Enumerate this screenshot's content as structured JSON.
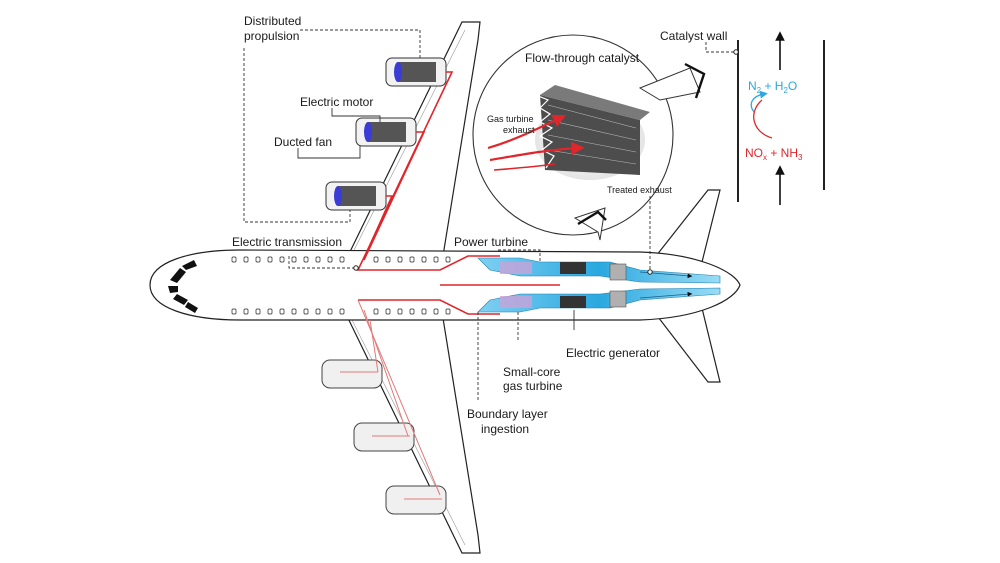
{
  "labels": {
    "distributed_propulsion_line1": "Distributed",
    "distributed_propulsion_line2": "propulsion",
    "electric_motor": "Electric motor",
    "ducted_fan": "Ducted fan",
    "electric_transmission": "Electric transmission",
    "power_turbine": "Power turbine",
    "electric_generator": "Electric generator",
    "small_core_line1": "Small-core",
    "small_core_line2": "gas turbine",
    "boundary_line1": "Boundary layer",
    "boundary_line2": "ingestion",
    "flow_through_catalyst": "Flow-through catalyst",
    "gas_turbine_exhaust_line1": "Gas turbine",
    "gas_turbine_exhaust_line2": "exhaust",
    "treated_exhaust": "Treated exhaust",
    "catalyst_wall": "Catalyst wall",
    "products_n": "N",
    "products_n_sub": "2",
    "products_mid": " + H",
    "products_h_sub": "2",
    "products_o": "O",
    "reactants_no": "NO",
    "reactants_x_sub": "x",
    "reactants_mid": " + NH",
    "reactants_3_sub": "3"
  },
  "colors": {
    "power_wire": "#e0262b",
    "exhaust_flow": "#2aa8e0",
    "fan_blue": "#3b3bd6",
    "outline": "#222222"
  }
}
